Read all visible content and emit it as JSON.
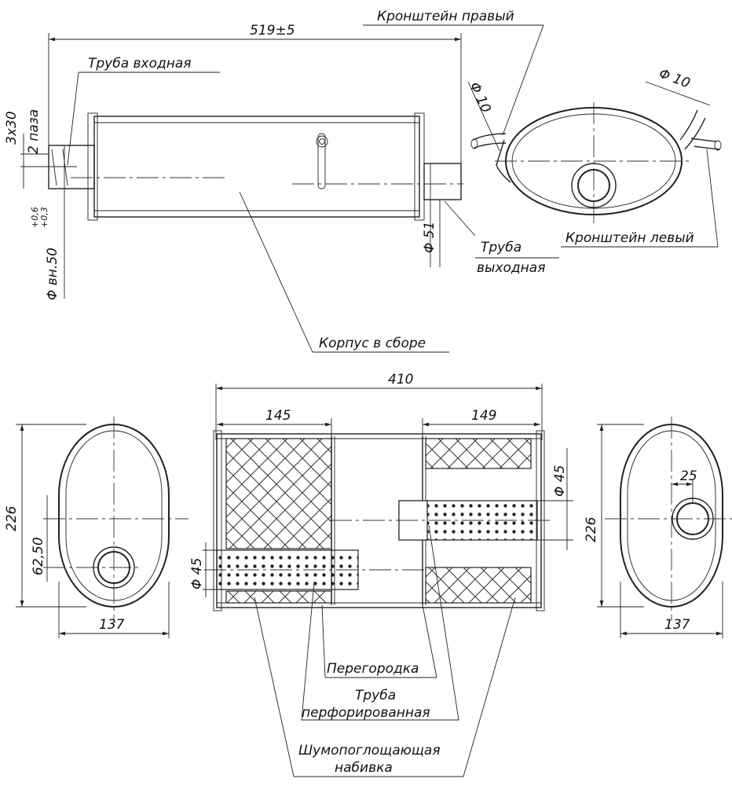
{
  "labels": {
    "bracket_right": "Кронштейн правый",
    "inlet_pipe": "Труба входная",
    "outlet_pipe_1": "Труба",
    "outlet_pipe_2": "выходная",
    "bracket_left": "Кронштейн левый",
    "body": "Корпус в сборе",
    "baffle": "Перегородка",
    "perf_pipe_1": "Труба",
    "perf_pipe_2": "перфорированная",
    "absorber_1": "Шумопоглощающая",
    "absorber_2": "набивка"
  },
  "dimensions": {
    "total_length": "519±5",
    "slot_size": "3x30",
    "slot_count": "2 паза",
    "inlet_diameter": "Φ вн.50",
    "inlet_tol_upper": "+0,6",
    "inlet_tol_lower": "+0,3",
    "outlet_diameter": "Φ 51",
    "bracket_right_diameter": "Φ 10",
    "bracket_left_diameter": "Φ 10",
    "body_length": "410",
    "chamber_left": "145",
    "chamber_right": "149",
    "height_left": "226",
    "offset_left": "62,50",
    "width_left": "137",
    "perf_left_diameter": "Φ 45",
    "perf_right_diameter": "Φ 45",
    "height_right": "226",
    "offset_right": "25",
    "width_right": "137"
  }
}
